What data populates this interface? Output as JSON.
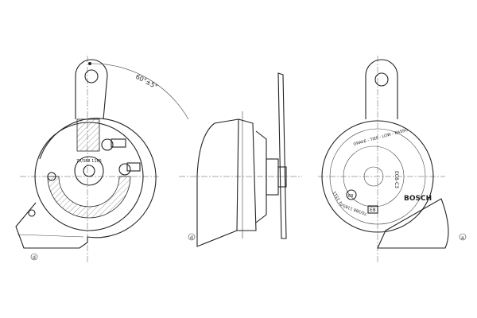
{
  "drawing": {
    "angle_dimension": "60°±5°",
    "view_markers": {
      "left": "d",
      "middle": "d",
      "right": "a"
    },
    "labels": {
      "tone": "GRAVE - TIEF - LOW - BASSO",
      "code": "EC8-C3",
      "brand": "BOSCH",
      "part_number": "70/388 1165",
      "date_code": "01 1511",
      "approval": "E8",
      "seal": "E8"
    },
    "colors": {
      "line": "#222222",
      "background": "#ffffff"
    }
  }
}
